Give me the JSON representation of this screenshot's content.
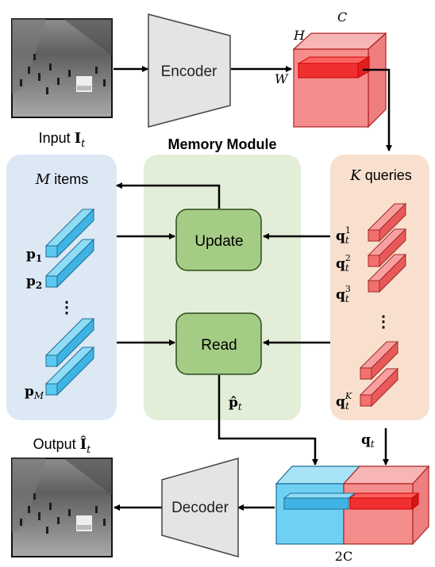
{
  "input": {
    "prefix": "Input ",
    "symbol": "I",
    "subscript": "t"
  },
  "output": {
    "prefix": "Output ",
    "symbol": "Î",
    "subscript": "t"
  },
  "encoder": {
    "label": "Encoder"
  },
  "decoder": {
    "label": "Decoder"
  },
  "feature_cube": {
    "label_h": "H",
    "label_c": "C",
    "label_w": "W"
  },
  "memory_module": {
    "title": "Memory Module",
    "update_label": "Update",
    "read_label": "Read"
  },
  "items": {
    "title_var": "M",
    "title_text": " items",
    "p1_base": "p",
    "p1_sub": "1",
    "p2_base": "p",
    "p2_sub": "2",
    "pm_base": "p",
    "pm_sub": "M",
    "ellipsis": "⋮"
  },
  "queries": {
    "title_var": "K",
    "title_text": " queries",
    "q_base": "q",
    "q_sub": "t",
    "sups": [
      "1",
      "2",
      "3",
      "K"
    ],
    "ellipsis": "⋮"
  },
  "read_output": {
    "base": "p̂",
    "sub": "t"
  },
  "query_out": {
    "base": "q",
    "sub": "t"
  },
  "concat_cube": {
    "label": "2C"
  },
  "colors": {
    "items_bg": "#dde8f5",
    "memory_bg": "#e3eed8",
    "queries_bg": "#f9e0ce",
    "module_box": "#a5cc85",
    "blue_bar": "#5bc8ef",
    "red_bar": "#f2706e",
    "cube_red": "#f58d8d",
    "cube_blue": "#6fd0f3",
    "trapezoid": "#e4e4e6"
  }
}
